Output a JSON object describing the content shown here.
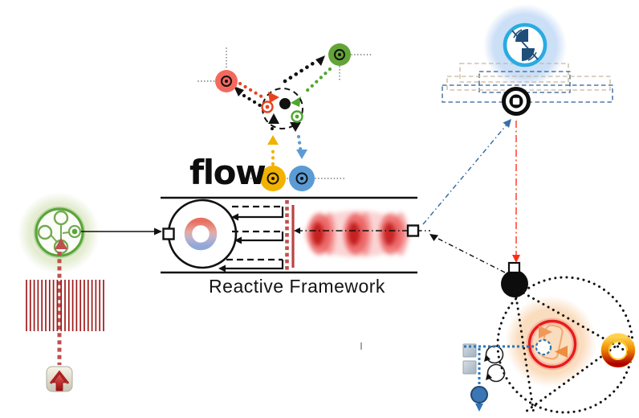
{
  "labels": {
    "flow": "flow",
    "reactive_framework": "Reactive Framework"
  },
  "colors": {
    "marble_red": "#F4695E",
    "marble_green": "#63A437",
    "marble_yellow": "#F2B200",
    "marble_blue": "#5B9BD5",
    "arrow_orange": "#E8431E",
    "arrow_green": "#4EA72E",
    "glow_green": "#E4EDD2",
    "glow_blue": "#CBDFF7",
    "glow_orange": "#FADCBE",
    "ring_red": "#E61B1B",
    "ring_cyan": "#29ABE2",
    "fan_navy": "#1F4E79",
    "link_blue": "#3A6EA5",
    "link_red": "#FF2D16",
    "stream_red": "#C0504D",
    "barrier_red": "#B94442",
    "barcode_red": "#9E1A1A",
    "node_blue": "#3B77B5",
    "layer_tan": "#C5B79C",
    "layer_blue": "#2E5E94"
  },
  "icons": {
    "flow-marble-diagram": "four colored marbles with target glyphs merging into dashed circle",
    "molecule-icon": "green linked-node network inside green ring",
    "fan-icon": "two navy quarter blades in cyan ring",
    "record-stop-icon": "black ring with white rounded square core",
    "upload-arrow-icon": "red up arrow on beige rounded tile",
    "barcode-icon": "dense vertical dark red lines",
    "loop-icon": "circular arrow loop",
    "gradient-ring-icon": "yellow to red donut ring",
    "play-icon": "orange right triangle",
    "rewind-icon": "orange left triangle",
    "port-icon": "small white square connector",
    "donut-icon": "red to blue gradient ring inside circle",
    "event-cylinder-icon": "blurred red cone stack"
  }
}
